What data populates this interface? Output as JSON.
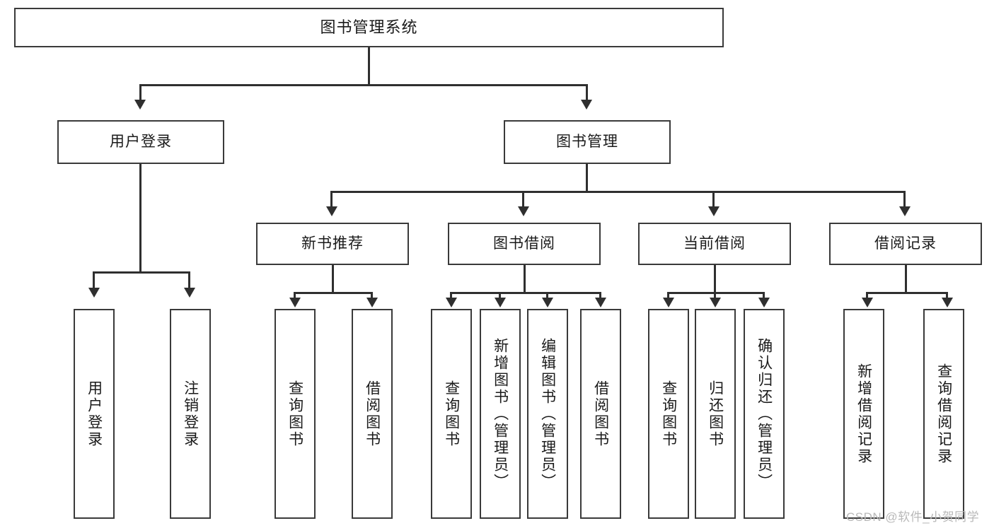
{
  "diagram": {
    "title": "图书管理系统",
    "type": "tree-hierarchy-chart",
    "root": {
      "label": "图书管理系统"
    },
    "level1": [
      {
        "label": "用户登录"
      },
      {
        "label": "图书管理"
      }
    ],
    "level2": [
      {
        "label": "新书推荐"
      },
      {
        "label": "图书借阅"
      },
      {
        "label": "当前借阅"
      },
      {
        "label": "借阅记录"
      }
    ],
    "leaves": {
      "user_login": [
        {
          "label": "用户登录"
        },
        {
          "label": "注销登录"
        }
      ],
      "new_book_recommend": [
        {
          "label": "查询图书"
        },
        {
          "label": "借阅图书"
        }
      ],
      "book_borrow": [
        {
          "label": "查询图书"
        },
        {
          "label": "新增图书（管理员）"
        },
        {
          "label": "编辑图书（管理员）"
        },
        {
          "label": "借阅图书"
        }
      ],
      "current_borrow": [
        {
          "label": "查询图书"
        },
        {
          "label": "归还图书"
        },
        {
          "label": "确认归还（管理员）"
        }
      ],
      "borrow_record": [
        {
          "label": "新增借阅记录"
        },
        {
          "label": "查询借阅记录"
        }
      ]
    }
  },
  "watermark": {
    "text": "CSDN @软件_小贺同学"
  },
  "colors": {
    "box_border": "#3a3a3a",
    "line": "#2f2f2f",
    "text": "#1a1a1a",
    "background": "#ffffff",
    "watermark": "#b9b9b9"
  }
}
